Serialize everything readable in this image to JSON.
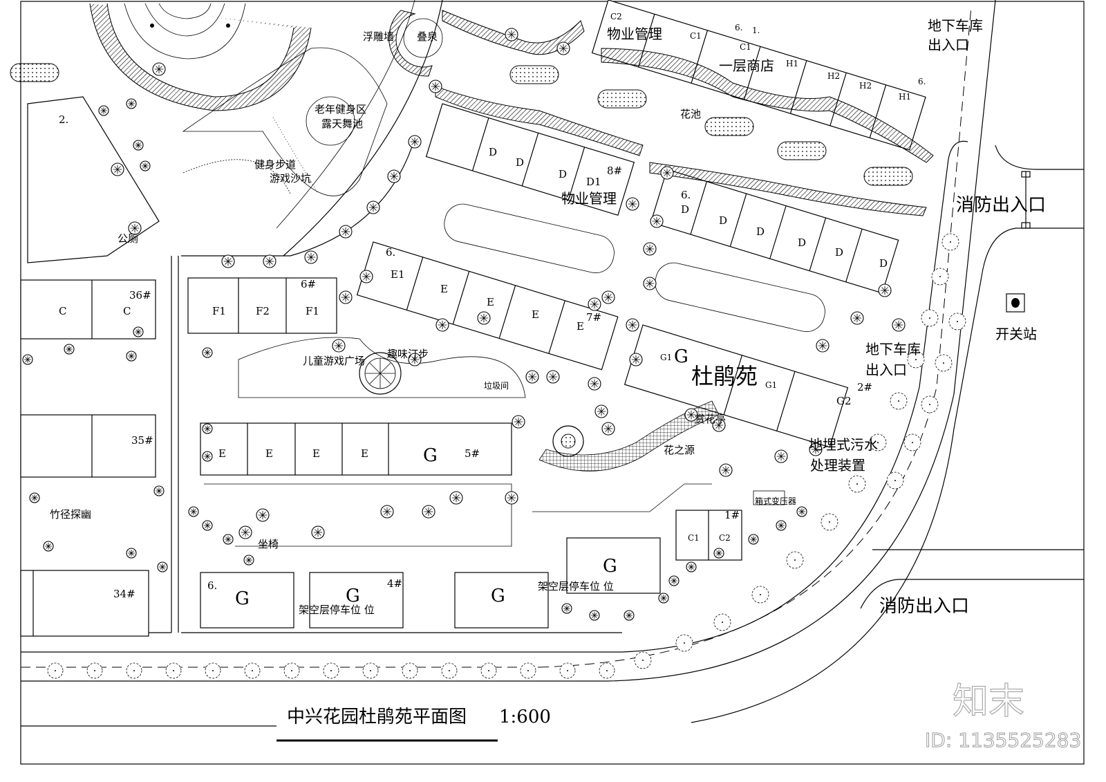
{
  "drawing": {
    "title": "中兴花园杜鹃苑平面图",
    "scale": "1:600",
    "community_name": "杜鹃苑",
    "watermark_brand": "知末",
    "watermark_id": "ID: 1135525283"
  },
  "areas": {
    "relief_wall": "浮雕墙",
    "cascade": "叠泉",
    "elderly_fitness": "老年健身区",
    "dance_floor": "露天舞池",
    "fitness_trail": "健身步道",
    "sandpit": "游戏沙坑",
    "toilet": "公厕",
    "flower_bed": "花池",
    "property_mgmt_1": "物业管理",
    "property_mgmt_2": "物业管理",
    "shops": "一层商店",
    "garage_exit_1": [
      "地下车库",
      "出入口"
    ],
    "garage_exit_2": [
      "地下车库",
      "出入口"
    ],
    "fire_exit_1": "消防出入口",
    "fire_exit_2": "消防出入口",
    "switch_station": "开关站",
    "kids_plaza": "儿童游戏广场",
    "stepping_stones": "趣味汀步",
    "garbage_room": "垃圾间",
    "pavilion": "赏花亭",
    "flower_source": "花之源",
    "sewage": [
      "地埋式污水",
      "处理装置"
    ],
    "transformer": "箱式变压器",
    "bamboo_path": "竹径探幽",
    "bench": "坐椅",
    "parking_1": "架空层停车位  位",
    "parking_2": "架空层停车位  位"
  },
  "buildings": {
    "b2": "2.",
    "b36": {
      "no": "36#",
      "units": [
        "C",
        "C"
      ]
    },
    "b35": {
      "no": "35#"
    },
    "b34": {
      "no": "34#"
    },
    "b6": {
      "no": "6#",
      "units": [
        "F1",
        "F2",
        "F1"
      ]
    },
    "b5": {
      "no": "5#",
      "units": [
        "E",
        "E",
        "E",
        "E",
        "G"
      ]
    },
    "b4": {
      "no": "4#",
      "pre": "6.",
      "units": [
        "G",
        "G",
        "G"
      ]
    },
    "b7": {
      "no": "7#",
      "pre": "6.",
      "units": [
        "E1",
        "E",
        "E",
        "E",
        "E"
      ]
    },
    "b8": {
      "no": "8#",
      "units": [
        "D",
        "D",
        "D",
        "D1"
      ]
    },
    "bD": {
      "pre": "6.",
      "units": [
        "D",
        "D",
        "D",
        "D",
        "D",
        "D"
      ]
    },
    "bshop": {
      "units": [
        "C2",
        "C1",
        "6.",
        "1.",
        "C1",
        "H1",
        "H2",
        "H2",
        "H1",
        "6."
      ]
    },
    "b2n": {
      "no": "2#",
      "units": [
        "G1",
        "G",
        "G1",
        "G2"
      ]
    },
    "b1": {
      "no": "1#",
      "units": [
        "C1",
        "C2"
      ]
    },
    "bG": {
      "unit": "G"
    }
  }
}
